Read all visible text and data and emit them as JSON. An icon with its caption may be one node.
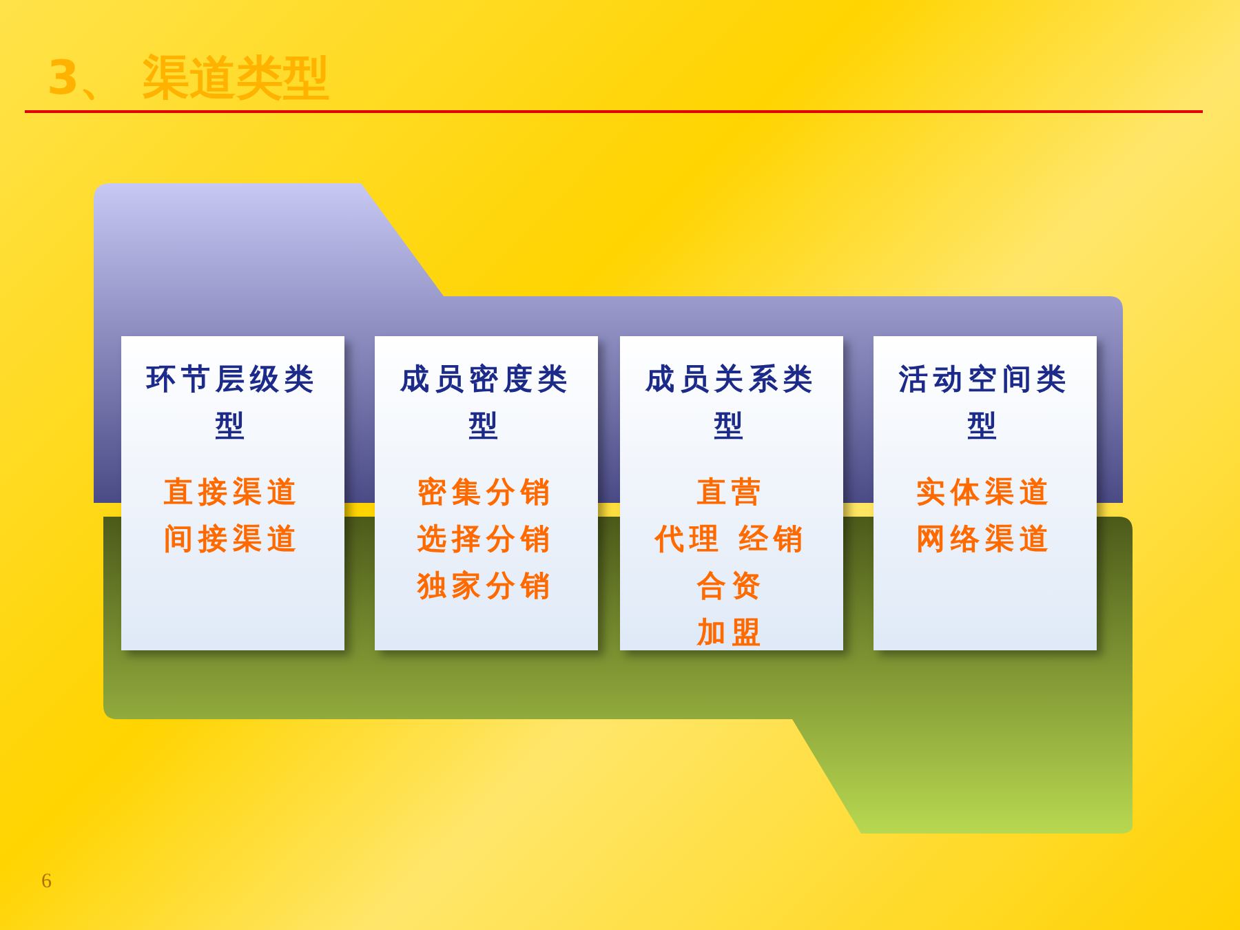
{
  "diagram": {
    "title": "3、 渠道类型",
    "nodes": [
      {
        "text": [
          "环节层级类型",
          "直接渠道",
          "间接渠道"
        ]
      },
      {
        "text": [
          "成员密度类型",
          "密集分销",
          "选择分销",
          "独家分销"
        ]
      },
      {
        "text": [
          "成员关系类型",
          "直营",
          "代理 经销",
          "合资",
          "加盟"
        ]
      },
      {
        "text": [
          "活动空间类型",
          "实体渠道",
          "网络渠道"
        ]
      }
    ],
    "labels": [
      "6"
    ]
  }
}
